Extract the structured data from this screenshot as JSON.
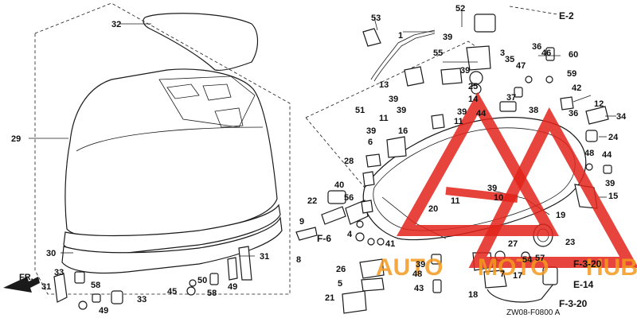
{
  "diagram_code": "ZW08-F0800 A",
  "direction_label": "FR.",
  "watermark": {
    "left": "AUTO",
    "right": "MOTO",
    "tail": "HUB",
    "color_red": "#e2231a",
    "color_orange": "#f39a1e"
  },
  "refs": {
    "e2": "E-2",
    "f6": "F-6",
    "f320a": "F-3-20",
    "e14": "E-14",
    "f320b": "F-3-20"
  },
  "callouts": [
    "1",
    "3",
    "4",
    "5",
    "6",
    "7",
    "8",
    "9",
    "10",
    "11",
    "12",
    "13",
    "14",
    "15",
    "16",
    "17",
    "18",
    "19",
    "20",
    "21",
    "22",
    "23",
    "24",
    "25",
    "26",
    "27",
    "28",
    "29",
    "30",
    "31",
    "32",
    "33",
    "34",
    "35",
    "36",
    "37",
    "38",
    "39",
    "40",
    "41",
    "42",
    "43",
    "44",
    "45",
    "46",
    "47",
    "48",
    "49",
    "50",
    "51",
    "52",
    "53",
    "54",
    "55",
    "56",
    "57",
    "58",
    "59",
    "60"
  ]
}
